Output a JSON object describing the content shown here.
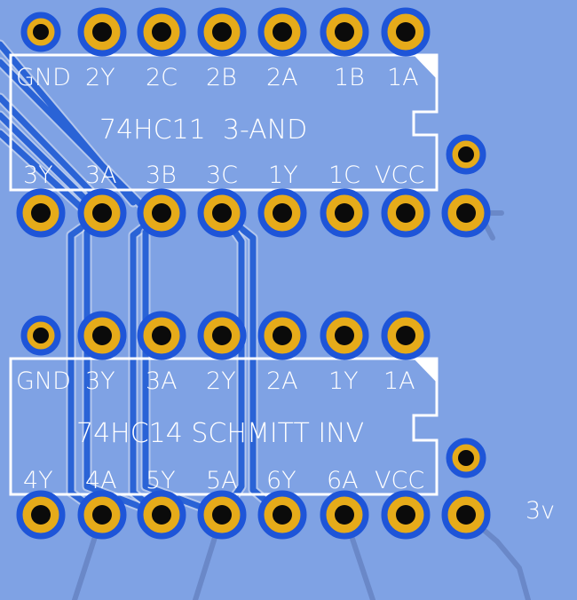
{
  "board": {
    "background": "#7fa2e4",
    "pad_color": "#e6ab1a",
    "trace_color": "#2a63d6"
  },
  "chips": [
    {
      "name": "74HC11  3-AND",
      "top_pins": [
        "GND",
        "2Y",
        "2C",
        "2B",
        "2A",
        "1B",
        "1A"
      ],
      "bottom_pins": [
        "3Y",
        "3A",
        "3B",
        "3C",
        "1Y",
        "1C",
        "VCC"
      ]
    },
    {
      "name": "74HC14 SCHMITT INV",
      "top_pins": [
        "GND",
        "3Y",
        "3A",
        "2Y",
        "2A",
        "1Y",
        "1A"
      ],
      "bottom_pins": [
        "4Y",
        "4A",
        "5Y",
        "5A",
        "6Y",
        "6A",
        "VCC"
      ]
    }
  ],
  "net_labels": [
    "3v"
  ]
}
